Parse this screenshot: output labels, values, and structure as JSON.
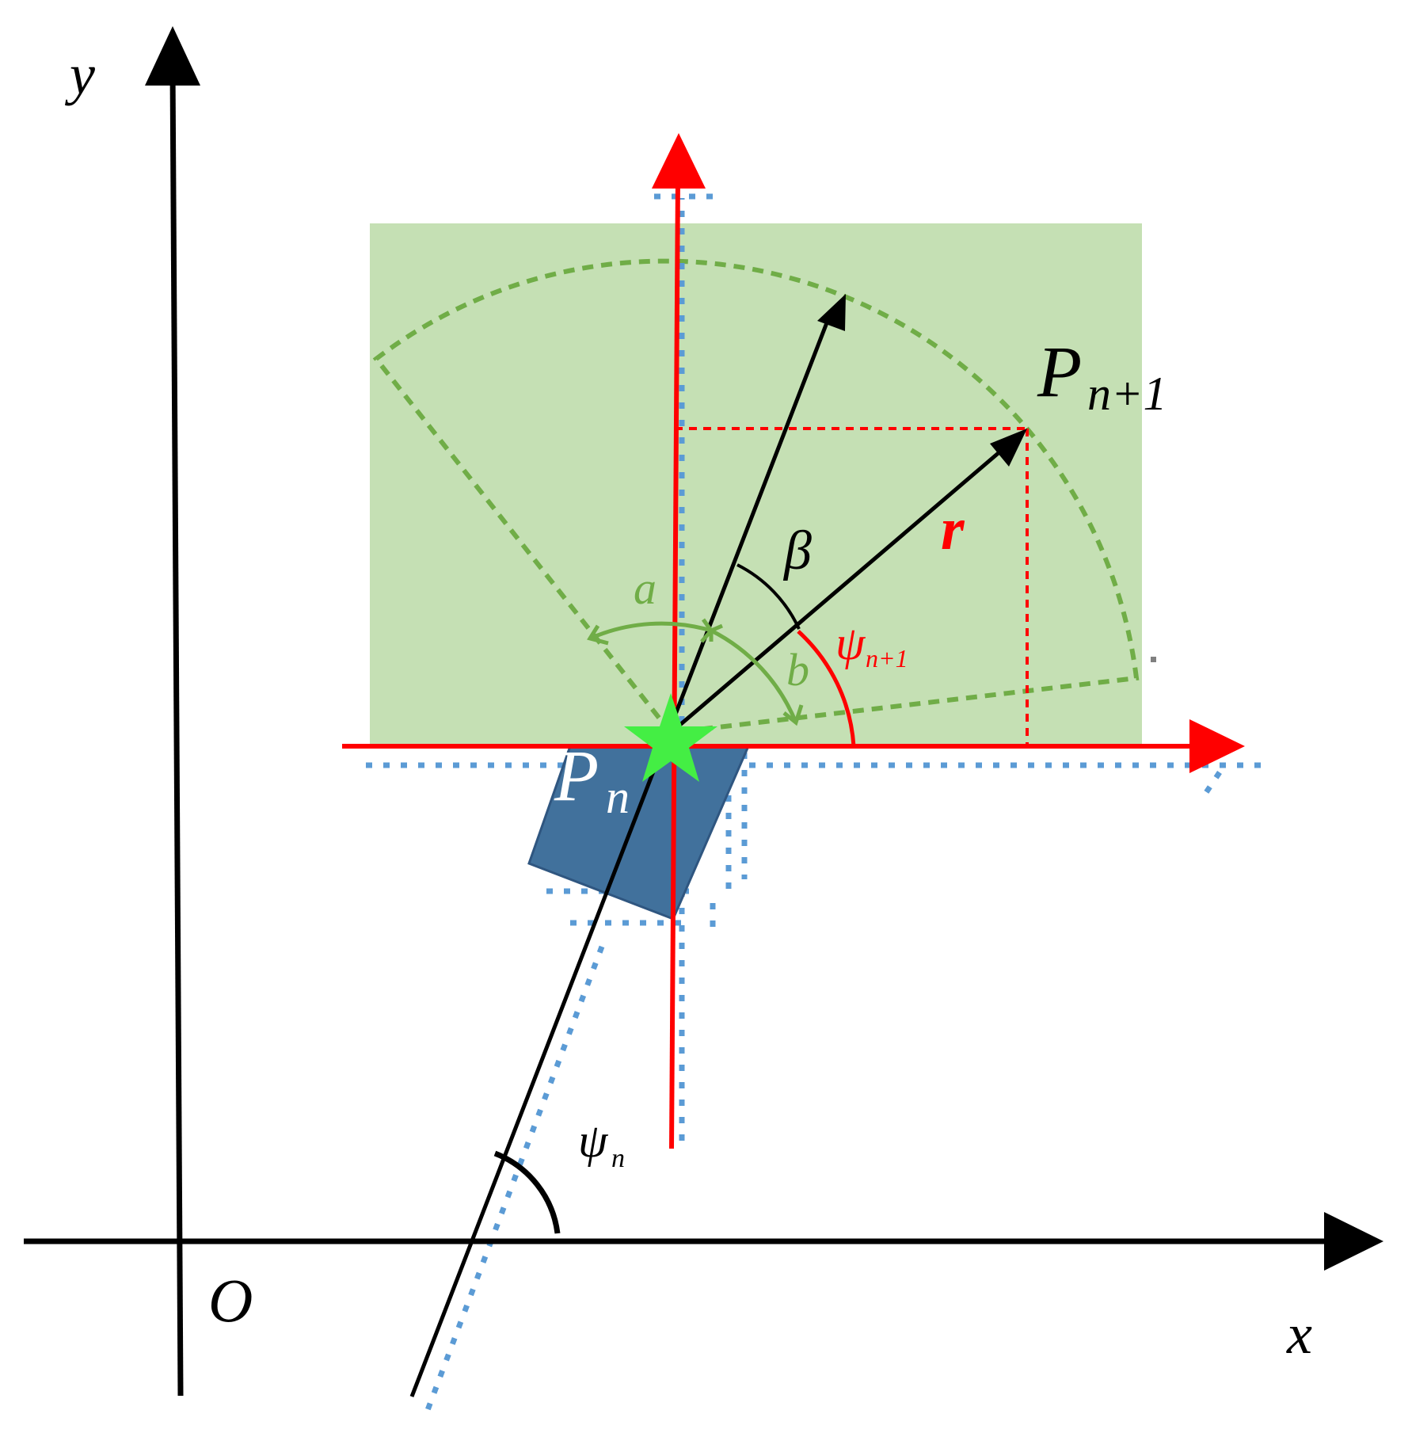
{
  "labels": {
    "y_axis": "y",
    "x_axis": "x",
    "origin": "O",
    "p_next_main": "P",
    "p_next_sub": "n+1",
    "p_n_main": "P",
    "p_n_sub": "n",
    "r": "r",
    "beta": "β",
    "a": "a",
    "b": "b",
    "psi_next_main": "ψ",
    "psi_next_sub": "n+1",
    "psi_n_main": "ψ",
    "psi_n_sub": "n"
  },
  "colors": {
    "axis": "#000000",
    "red_axis": "#ff0000",
    "region_fill": "#c5e0b4",
    "sector_stroke": "#70ad47",
    "vehicle_fill": "#41719c",
    "dots": "#5b9bd5",
    "star": "#44ee44",
    "label_green": "#70ad47",
    "label_red": "#ff0000"
  }
}
